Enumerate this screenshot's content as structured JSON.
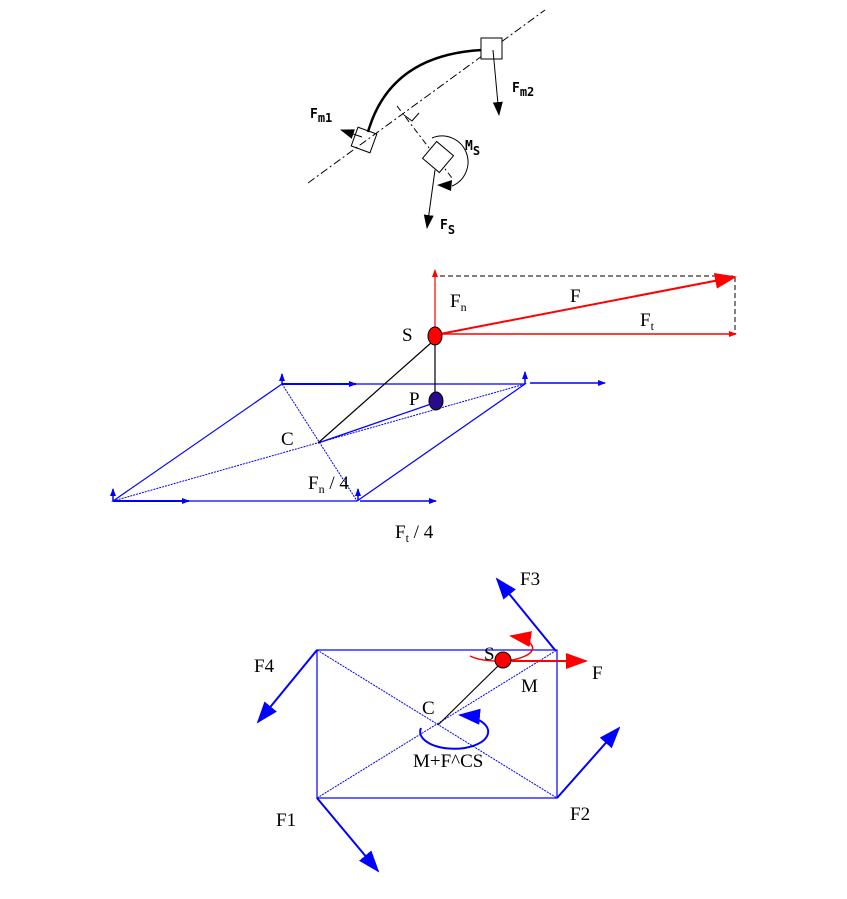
{
  "top_diagram": {
    "labels": {
      "fm1": "F",
      "fm1_sub": "m1",
      "fm2": "F",
      "fm2_sub": "m2",
      "ms": "M",
      "ms_sub": "S",
      "fs": "F",
      "fs_sub": "S"
    }
  },
  "middle_diagram": {
    "labels": {
      "fn": "F",
      "fn_sub": "n",
      "f": "F",
      "ft": "F",
      "ft_sub": "t",
      "s": "S",
      "p": "P",
      "c": "C",
      "fn4": "F",
      "fn4_sub": "n",
      "fn4_suffix": " / 4",
      "ft4": "F",
      "ft4_sub": "t",
      "ft4_suffix": " / 4"
    }
  },
  "bottom_diagram": {
    "labels": {
      "f1": "F1",
      "f2": "F2",
      "f3": "F3",
      "f4": "F4",
      "f": "F",
      "m": "M",
      "s": "S",
      "c": "C",
      "moment": "M+F^CS"
    }
  },
  "colors": {
    "force_red": "#ff0000",
    "frame_blue": "#0000ff",
    "point_p": "#2a0a8c"
  }
}
